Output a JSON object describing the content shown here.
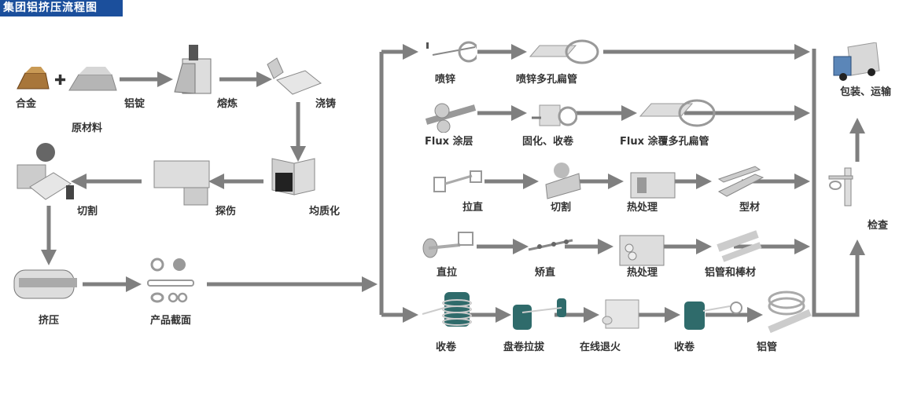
{
  "title": "集团铝挤压流程图",
  "colors": {
    "title_bg": "#1b4f9c",
    "arrow": "#7f7f7f",
    "accent_slash": "#d9222a"
  },
  "steps": {
    "alloy": "合金",
    "ingot": "铝锭",
    "raw": "原材料",
    "melt": "熔炼",
    "cast": "浇铸",
    "homog": "均质化",
    "inspect_flaw": "探伤",
    "cut1": "切割",
    "extrude": "挤压",
    "section": "产品截面",
    "zinc": "喷锌",
    "zinc_tube": "喷锌多孔扁管",
    "flux": "Flux 涂层",
    "cure": "固化、收卷",
    "flux_tube": "Flux 涂覆多孔扁管",
    "stretch": "拉直",
    "cut2": "切割",
    "heat1": "热处理",
    "profile": "型材",
    "draw": "直拉",
    "straighten": "矫直",
    "heat2": "热处理",
    "tube_rod": "铝管和棒材",
    "coil1": "收卷",
    "coil_draw": "盘卷拉拔",
    "anneal": "在线退火",
    "coil2": "收卷",
    "al_tube": "铝管",
    "check": "检查",
    "ship": "包装、运输"
  }
}
